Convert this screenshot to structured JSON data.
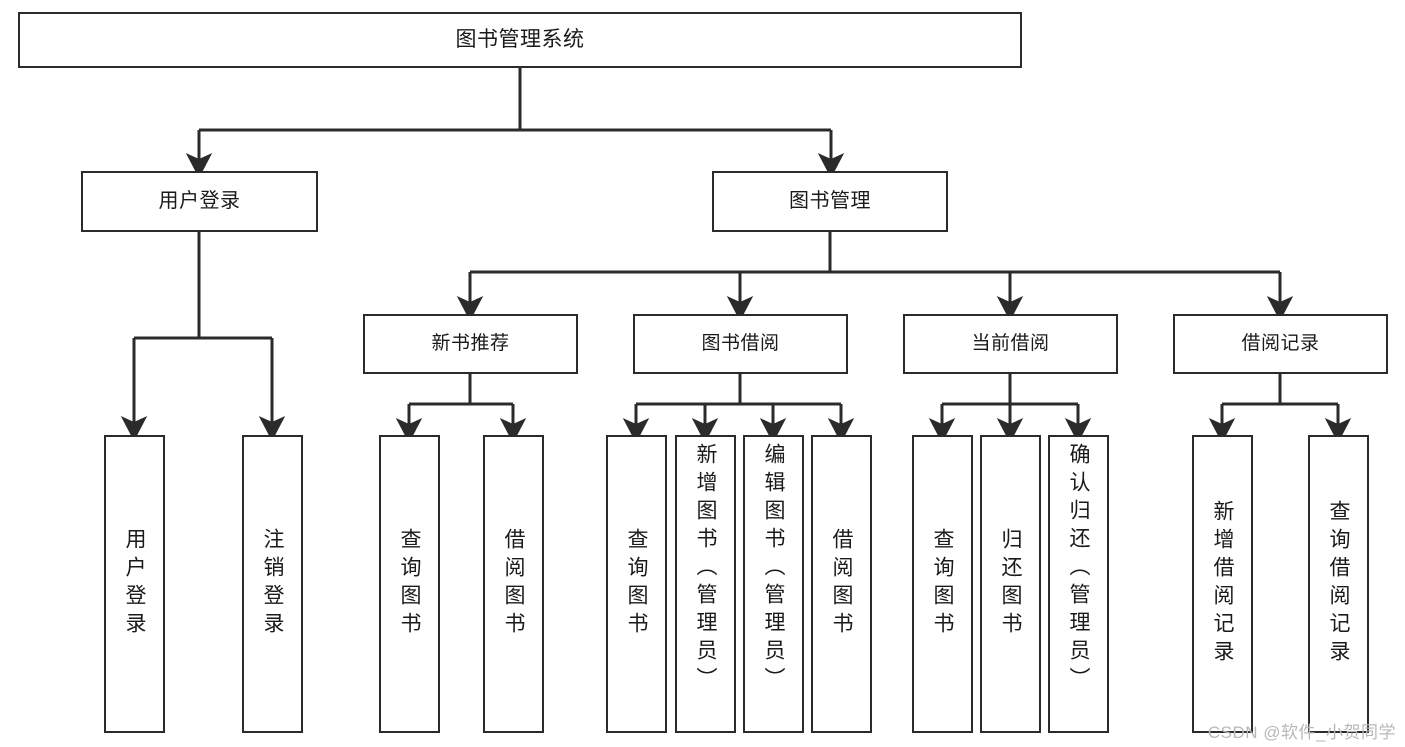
{
  "diagram": {
    "type": "tree-hierarchy",
    "title": "图书管理系统",
    "root": {
      "id": "root",
      "label": "图书管理系统"
    },
    "level2": [
      {
        "id": "user-login",
        "label": "用户登录"
      },
      {
        "id": "book-manage",
        "label": "图书管理"
      }
    ],
    "level3": [
      {
        "id": "new-book-rec",
        "label": "新书推荐",
        "parent": "book-manage"
      },
      {
        "id": "book-borrow",
        "label": "图书借阅",
        "parent": "book-manage"
      },
      {
        "id": "current-borrow",
        "label": "当前借阅",
        "parent": "book-manage"
      },
      {
        "id": "borrow-record",
        "label": "借阅记录",
        "parent": "book-manage"
      }
    ],
    "leaves": [
      {
        "id": "leaf-user-login",
        "label": "用户登录",
        "parent": "user-login"
      },
      {
        "id": "leaf-logout",
        "label": "注销登录",
        "parent": "user-login"
      },
      {
        "id": "leaf-query-book-1",
        "label": "查询图书",
        "parent": "new-book-rec"
      },
      {
        "id": "leaf-borrow-book-1",
        "label": "借阅图书",
        "parent": "new-book-rec"
      },
      {
        "id": "leaf-query-book-2",
        "label": "查询图书",
        "parent": "book-borrow"
      },
      {
        "id": "leaf-add-book",
        "label": "新增图书（管理员）",
        "parent": "book-borrow"
      },
      {
        "id": "leaf-edit-book",
        "label": "编辑图书（管理员）",
        "parent": "book-borrow"
      },
      {
        "id": "leaf-borrow-book-2",
        "label": "借阅图书",
        "parent": "book-borrow"
      },
      {
        "id": "leaf-query-book-3",
        "label": "查询图书",
        "parent": "current-borrow"
      },
      {
        "id": "leaf-return-book",
        "label": "归还图书",
        "parent": "current-borrow"
      },
      {
        "id": "leaf-confirm-return",
        "label": "确认归还（管理员）",
        "parent": "current-borrow"
      },
      {
        "id": "leaf-add-record",
        "label": "新增借阅记录",
        "parent": "borrow-record"
      },
      {
        "id": "leaf-query-record",
        "label": "查询借阅记录",
        "parent": "borrow-record"
      }
    ],
    "colors": {
      "stroke": "#2b2b2b",
      "fill": "#ffffff",
      "text": "#1a1a1a",
      "watermark": "#b8b8b8"
    }
  },
  "watermark": {
    "text": "CSDN @软件_小贺同学"
  }
}
